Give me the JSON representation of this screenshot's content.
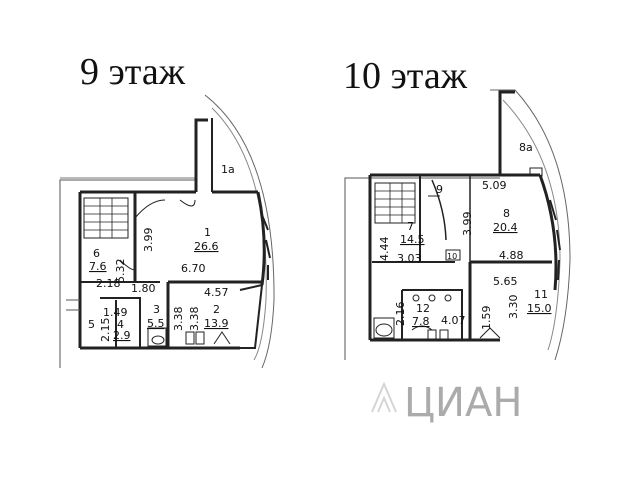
{
  "titles": {
    "floor9": "9 этаж",
    "floor10": "10 этаж"
  },
  "floor9": {
    "labels": [
      {
        "id": "1a",
        "text": "1а"
      },
      {
        "id": "r1-num",
        "text": "1"
      },
      {
        "id": "r1-area",
        "text": "26.6"
      },
      {
        "id": "d399",
        "text": "3.99"
      },
      {
        "id": "d670",
        "text": "6.70"
      },
      {
        "id": "r6-num",
        "text": "6"
      },
      {
        "id": "r6-area",
        "text": "7.6"
      },
      {
        "id": "d532",
        "text": "5.32"
      },
      {
        "id": "d218",
        "text": "2.18"
      },
      {
        "id": "d180",
        "text": "1.80"
      },
      {
        "id": "d457",
        "text": "4.57"
      },
      {
        "id": "d149",
        "text": "1.49"
      },
      {
        "id": "r5",
        "text": "5"
      },
      {
        "id": "r4-num",
        "text": "4"
      },
      {
        "id": "d215",
        "text": "2.15"
      },
      {
        "id": "r4-area",
        "text": "2.9"
      },
      {
        "id": "r3-num",
        "text": "3"
      },
      {
        "id": "r3-area",
        "text": "5.5"
      },
      {
        "id": "d338a",
        "text": "3.38"
      },
      {
        "id": "d338b",
        "text": "3.38"
      },
      {
        "id": "r2-num",
        "text": "2"
      },
      {
        "id": "r2-area",
        "text": "13.9"
      }
    ]
  },
  "floor10": {
    "labels": [
      {
        "id": "8a",
        "text": "8а"
      },
      {
        "id": "r9",
        "text": "9"
      },
      {
        "id": "d509",
        "text": "5.09"
      },
      {
        "id": "r8-num",
        "text": "8"
      },
      {
        "id": "r8-area",
        "text": "20.4"
      },
      {
        "id": "r7-num",
        "text": "7"
      },
      {
        "id": "r7-area",
        "text": "14.5"
      },
      {
        "id": "d399",
        "text": "3.99"
      },
      {
        "id": "d444",
        "text": "4.44"
      },
      {
        "id": "d303",
        "text": "3.03"
      },
      {
        "id": "r10",
        "text": "10"
      },
      {
        "id": "d488",
        "text": "4.88"
      },
      {
        "id": "d565",
        "text": "5.65"
      },
      {
        "id": "d216",
        "text": "2.16"
      },
      {
        "id": "r12-num",
        "text": "12"
      },
      {
        "id": "r12-area",
        "text": "7.8"
      },
      {
        "id": "d407",
        "text": "4.07"
      },
      {
        "id": "d159",
        "text": "1.59"
      },
      {
        "id": "d330",
        "text": "3.30"
      },
      {
        "id": "r11-num",
        "text": "11"
      },
      {
        "id": "r11-area",
        "text": "15.0"
      }
    ]
  },
  "watermark": {
    "text": "ЦИАН",
    "icon": "cian-house-logo"
  }
}
